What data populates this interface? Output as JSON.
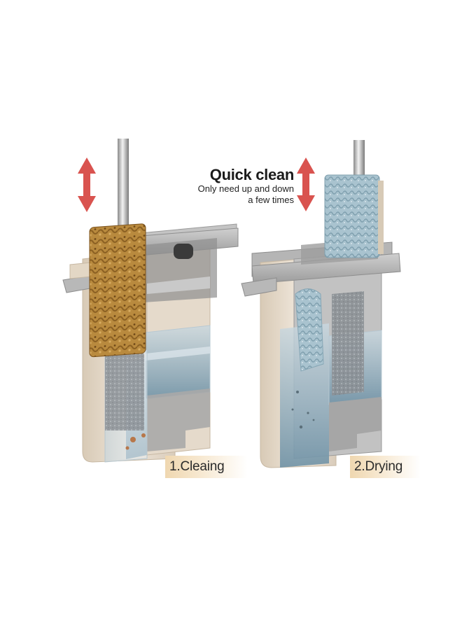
{
  "headline": {
    "title": "Quick clean",
    "subtitle_line1": "Only need up and down",
    "subtitle_line2": "a few times"
  },
  "steps": [
    {
      "label": "1.Cleaing"
    },
    {
      "label": "2.Drying"
    }
  ],
  "colors": {
    "background": "#ffffff",
    "arrow_red": "#d9534f",
    "bucket_beige": "#e9ded0",
    "bucket_grey": "#bdbdbd",
    "water_blue": "#9fb8c6",
    "dirty_pad": "#b98a3e",
    "clean_pad": "#a9c3cf",
    "label_gradient": "#efd7b0"
  }
}
